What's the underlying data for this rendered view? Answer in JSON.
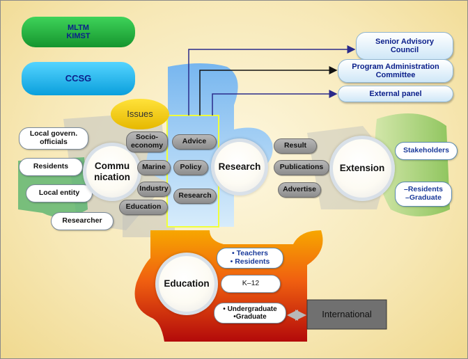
{
  "orgs": {
    "mltm_kimst": "MLTM\nKIMST",
    "ccsg": "CCSG"
  },
  "governance": {
    "senior_advisory": "Senior Advisory\nCouncil",
    "program_admin": "Program Administration\nCommittee",
    "external_panel": "External panel"
  },
  "issues": "Issues",
  "communication": {
    "title": "Commu\nnication",
    "audiences": [
      "Local govern.\nofficials",
      "Residents",
      "Local entity",
      "Researcher"
    ],
    "topics": [
      "Socio-\neconomy",
      "Marine",
      "Industry",
      "Education"
    ]
  },
  "roles": [
    "Advice",
    "Policy",
    "Research"
  ],
  "research": {
    "title": "Research",
    "outputs": [
      "Result",
      "Publications",
      "Advertise"
    ]
  },
  "extension": {
    "title": "Extension",
    "stakeholders": "Stakeholders",
    "groups": "–Residents\n–Graduate"
  },
  "education": {
    "title": "Education",
    "programs": [
      "• Teachers\n• Residents",
      "K–12",
      "• Undergraduate\n•Graduate"
    ],
    "international": "International"
  },
  "colors": {
    "green": "#2eb84c",
    "cyan": "#1fb5f0",
    "yellow": "#f2cf00",
    "orange": "#f06a10",
    "red": "#c81010",
    "arrow": "#2a2a8a"
  }
}
